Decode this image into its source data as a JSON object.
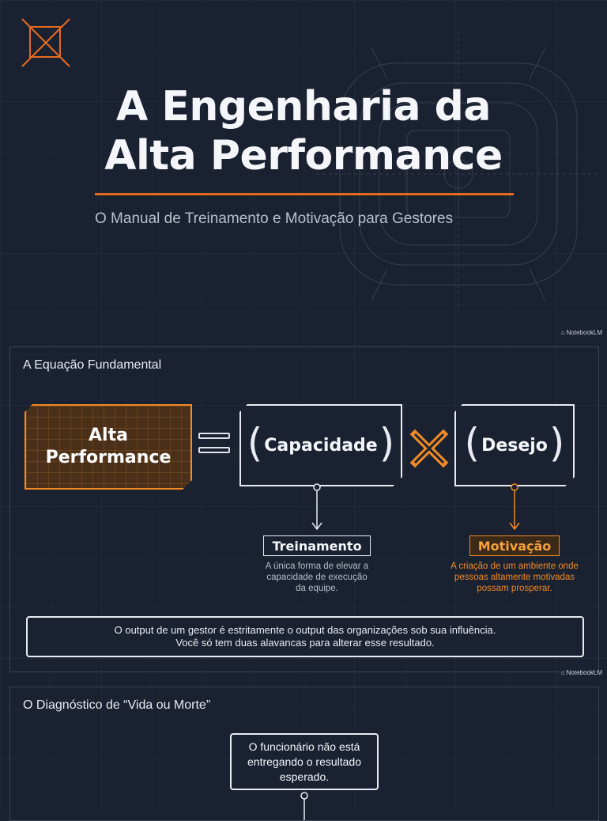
{
  "colors": {
    "background": "#1a2130",
    "accent_orange": "#f08a26",
    "rule_orange": "#e56a1f",
    "text_light": "#e8ecf2",
    "text_muted": "#b4bcc8"
  },
  "hero": {
    "logo_icon": "crossed-box-icon",
    "title_line1": "A Engenharia da",
    "title_line2": "Alta Performance",
    "subtitle": "O Manual de Treinamento e Motivação para Gestores",
    "badge": "NotebookLM"
  },
  "equation": {
    "section_title": "A Equação Fundamental",
    "result_line1": "Alta",
    "result_line2": "Performance",
    "operator_equals": "=",
    "factor1": "Capacidade",
    "operator_times": "×",
    "factor2": "Desejo",
    "lever1": {
      "label": "Treinamento",
      "desc_line1": "A única forma de elevar a",
      "desc_line2": "capacidade de execução",
      "desc_line3": "da equipe."
    },
    "lever2": {
      "label": "Motivação",
      "desc_line1": "A criação de um ambiente onde",
      "desc_line2": "pessoas altamente motivadas",
      "desc_line3": "possam prosperar."
    },
    "note_line1": "O output de um gestor é estritamente o output das organizações sob sua influência.",
    "note_line2": "Você só tem duas alavancas para alterar esse resultado.",
    "badge": "NotebookLM"
  },
  "diagnostic": {
    "section_title": "O Diagnóstico de “Vida ou Morte”",
    "box_line1": "O funcionário não está",
    "box_line2": "entregando o resultado",
    "box_line3": "esperado."
  }
}
